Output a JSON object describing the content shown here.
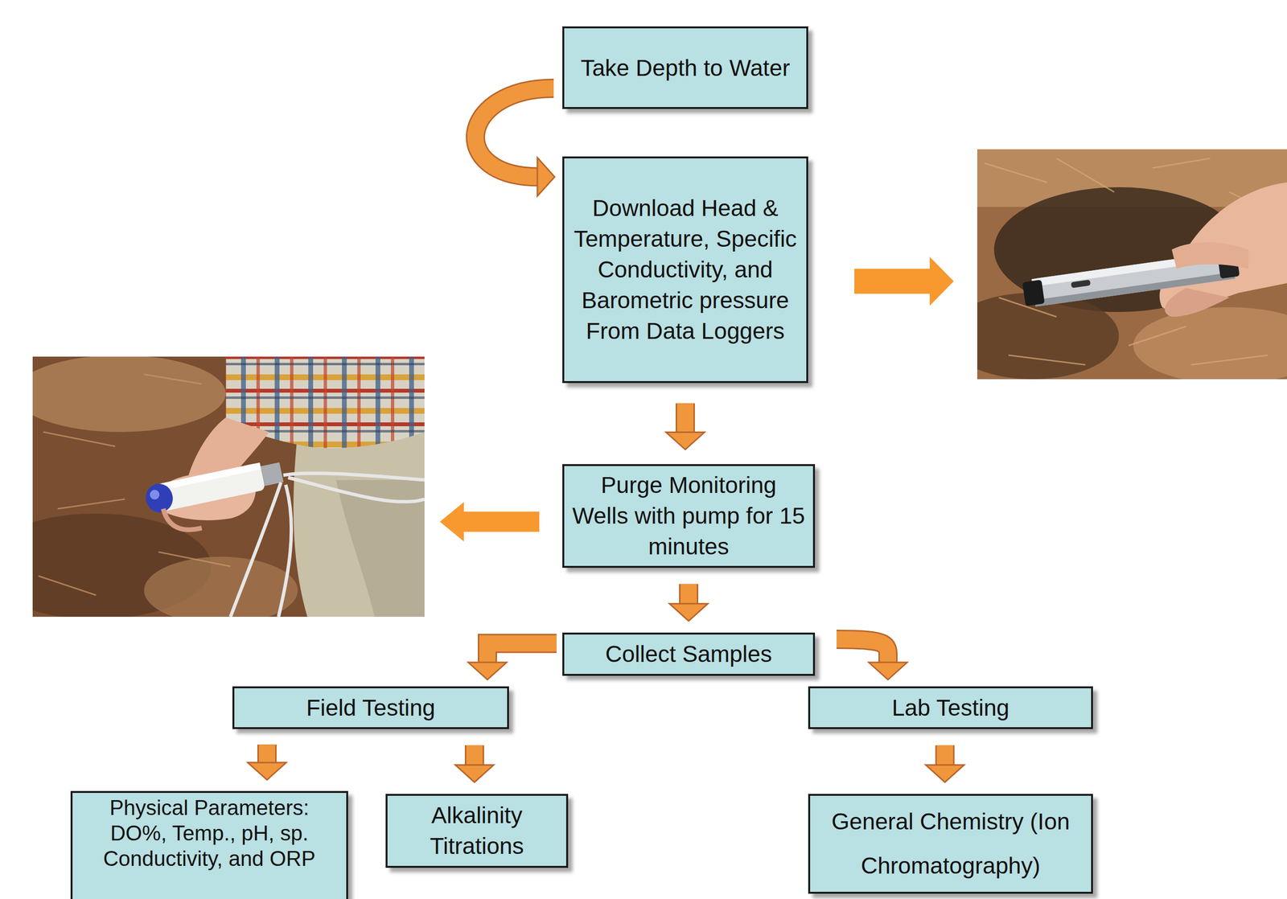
{
  "diagram": {
    "nodes": [
      {
        "text": [
          "Take Depth to Water"
        ]
      },
      {
        "text": [
          "Download Head & Temperature, Specific Conductivity, and Barometric pressure From Data Loggers"
        ]
      },
      {
        "text": [
          "Purge Monitoring Wells with pump for 15 minutes"
        ]
      },
      {
        "text": [
          "Collect Samples"
        ]
      },
      {
        "text": [
          "Field Testing"
        ]
      },
      {
        "text": [
          "Lab Testing"
        ]
      },
      {
        "text": [
          "Physical Parameters: DO%, Temp., pH, sp. Conductivity, and ORP"
        ]
      },
      {
        "text": [
          "Alkalinity Titrations"
        ]
      },
      {
        "text": [
          "General Chemistry (Ion Chromatography)"
        ]
      }
    ],
    "edges": [
      {
        "from": 0,
        "to": 1,
        "arrow": "to"
      },
      {
        "from": 1,
        "to": 2,
        "arrow": "to"
      },
      {
        "from": 2,
        "to": 3,
        "arrow": "to"
      },
      {
        "from": 3,
        "to": 4,
        "arrow": "to"
      },
      {
        "from": 3,
        "to": 5,
        "arrow": "to"
      },
      {
        "from": 4,
        "to": 6,
        "arrow": "to"
      },
      {
        "from": 4,
        "to": 7,
        "arrow": "to"
      },
      {
        "from": 5,
        "to": 8,
        "arrow": "to"
      }
    ]
  }
}
